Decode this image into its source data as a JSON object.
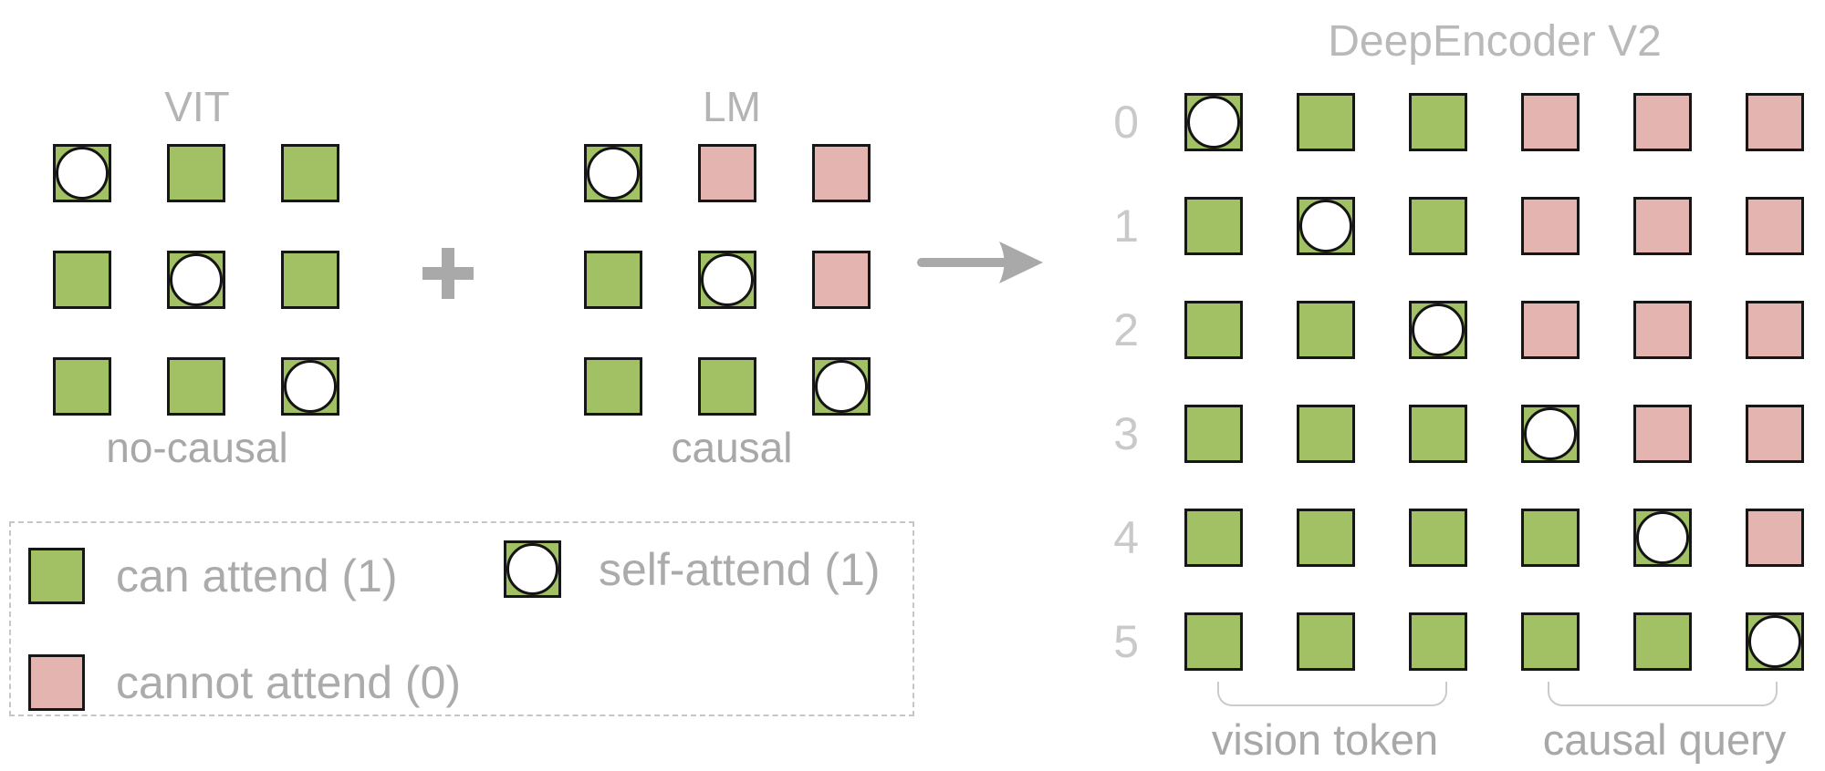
{
  "figure": {
    "vit": {
      "title": "VIT",
      "caption": "no-causal",
      "cells": [
        [
          "S",
          "1",
          "1"
        ],
        [
          "1",
          "S",
          "1"
        ],
        [
          "1",
          "1",
          "S"
        ]
      ]
    },
    "plus_icon": "plus",
    "lm": {
      "title": "LM",
      "caption": "causal",
      "cells": [
        [
          "S",
          "0",
          "0"
        ],
        [
          "1",
          "S",
          "0"
        ],
        [
          "1",
          "1",
          "S"
        ]
      ]
    },
    "arrow_icon": "arrow-right",
    "result": {
      "title": "DeepEncoder V2",
      "row_labels": [
        "0",
        "1",
        "2",
        "3",
        "4",
        "5"
      ],
      "cells": [
        [
          "S",
          "1",
          "1",
          "0",
          "0",
          "0"
        ],
        [
          "1",
          "S",
          "1",
          "0",
          "0",
          "0"
        ],
        [
          "1",
          "1",
          "S",
          "0",
          "0",
          "0"
        ],
        [
          "1",
          "1",
          "1",
          "S",
          "0",
          "0"
        ],
        [
          "1",
          "1",
          "1",
          "1",
          "S",
          "0"
        ],
        [
          "1",
          "1",
          "1",
          "1",
          "1",
          "S"
        ]
      ],
      "groups": [
        {
          "label": "vision token",
          "columns": [
            0,
            1,
            2
          ]
        },
        {
          "label": "causal query",
          "columns": [
            3,
            4,
            5
          ]
        }
      ]
    },
    "legend": {
      "items": [
        {
          "type": "can_attend",
          "label": "can attend (1)"
        },
        {
          "type": "self_attend",
          "label": "self-attend (1)"
        },
        {
          "type": "cannot_attend",
          "label": "cannot attend (0)"
        }
      ]
    },
    "cell_semantics": {
      "1": "can attend",
      "0": "cannot attend",
      "S": "self-attend"
    }
  },
  "colors": {
    "can_attend": "#a2c064",
    "cannot_attend": "#e4b4b1",
    "self_attend_fill": "#ffffff",
    "cell_border": "#161616",
    "title_text": "#b4b4b4",
    "caption_text": "#a8a8a8",
    "row_label_text": "#c9c9c9",
    "arrow_gray": "#a9a9a9",
    "legend_border": "#c6c6c6",
    "brace_gray": "#cbcbcb"
  }
}
